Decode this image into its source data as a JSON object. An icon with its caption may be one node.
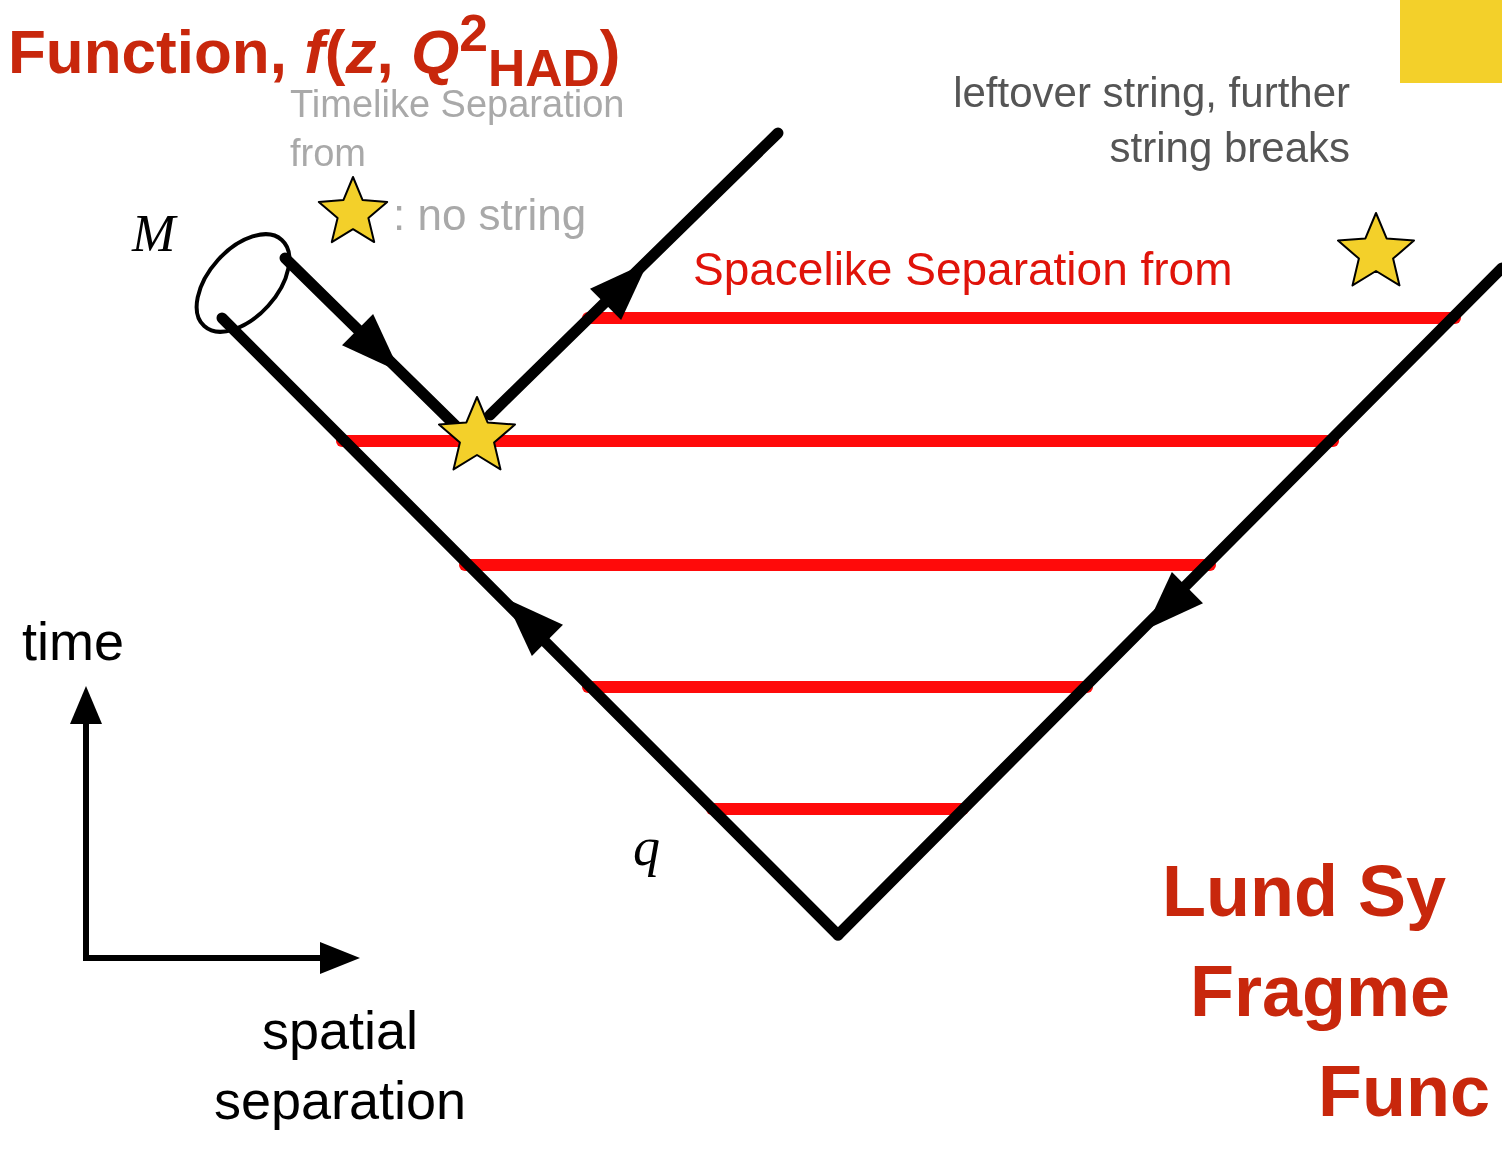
{
  "diagram": {
    "labels": [
      "Function, *f*(*z*, *Q*$^{2}$$_{HAD}$)",
      "Timelike Separation from",
      ": no string",
      "M",
      "leftover string, further string breaks",
      "Spacelike Separation from",
      "time",
      "q",
      "spatial separation",
      "Lund Sy",
      "Fragme",
      "Func"
    ]
  }
}
